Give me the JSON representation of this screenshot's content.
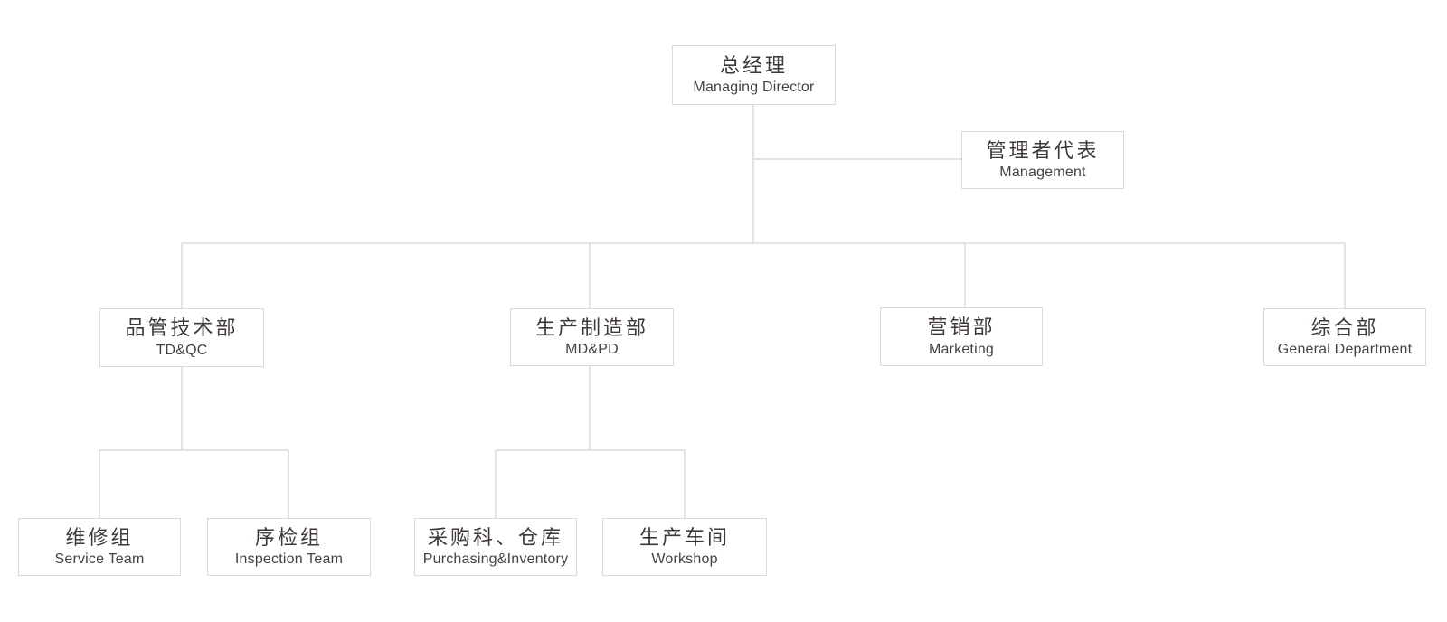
{
  "colors": {
    "background": "#ffffff",
    "box_border": "#d9d9e0",
    "connector_line": "#d9d9e0",
    "text_chinese": "#3e3936",
    "text_english": "#474240"
  },
  "org_chart": {
    "type": "org-tree",
    "nodes": [
      {
        "id": "managing-director",
        "zh": "总经理",
        "en": "Managing Director",
        "parent": null
      },
      {
        "id": "management",
        "zh": "管理者代表",
        "en": "Management",
        "parent": "managing-director"
      },
      {
        "id": "td-qc",
        "zh": "品管技术部",
        "en": "TD&QC",
        "parent": "managing-director"
      },
      {
        "id": "md-pd",
        "zh": "生产制造部",
        "en": "MD&PD",
        "parent": "managing-director"
      },
      {
        "id": "marketing",
        "zh": "营销部",
        "en": "Marketing",
        "parent": "managing-director"
      },
      {
        "id": "general-department",
        "zh": "综合部",
        "en": "General Department",
        "parent": "managing-director"
      },
      {
        "id": "service-team",
        "zh": "维修组",
        "en": "Service Team",
        "parent": "td-qc"
      },
      {
        "id": "inspection-team",
        "zh": "序检组",
        "en": "Inspection Team",
        "parent": "td-qc"
      },
      {
        "id": "purchasing-inventory",
        "zh": "采购科、仓库",
        "en": "Purchasing&Inventory",
        "parent": "md-pd"
      },
      {
        "id": "workshop",
        "zh": "生产车间",
        "en": "Workshop",
        "parent": "md-pd"
      }
    ]
  }
}
